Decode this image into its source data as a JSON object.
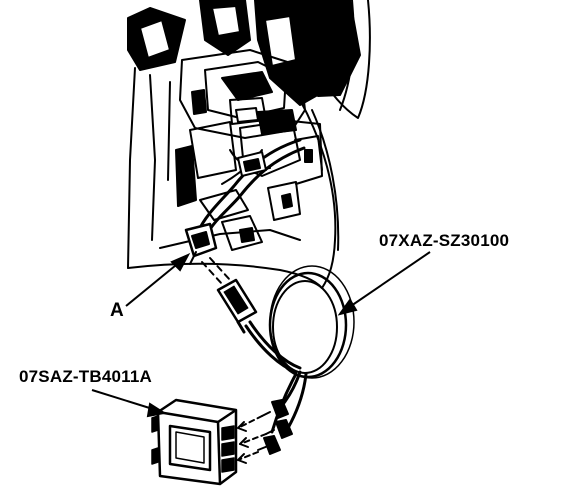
{
  "labels": {
    "connector": "A",
    "cable_part_number": "07XAZ-SZ30100",
    "test_box_part_number": "07SAZ-TB4011A"
  },
  "colors": {
    "ink": "#000000",
    "paper": "#ffffff"
  }
}
